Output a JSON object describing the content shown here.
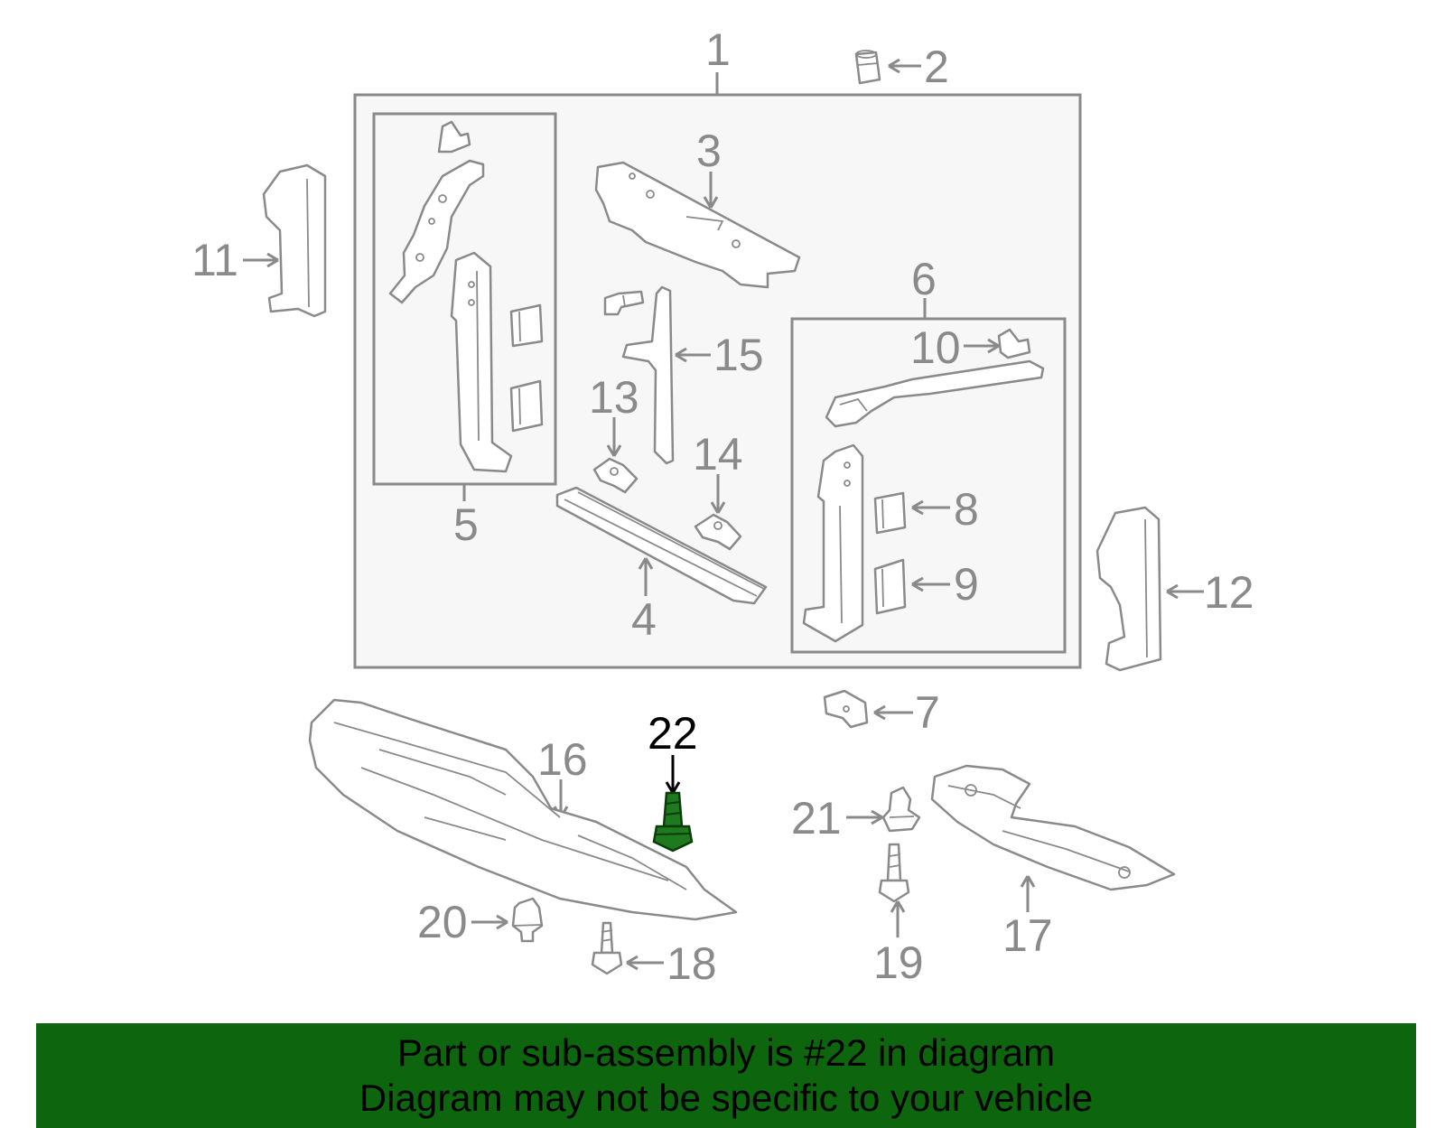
{
  "diagram": {
    "callouts": {
      "c1": "1",
      "c2": "2",
      "c3": "3",
      "c4": "4",
      "c5": "5",
      "c6": "6",
      "c7": "7",
      "c8": "8",
      "c9": "9",
      "c10": "10",
      "c11": "11",
      "c12": "12",
      "c13": "13",
      "c14": "14",
      "c15": "15",
      "c16": "16",
      "c17": "17",
      "c18": "18",
      "c19": "19",
      "c20": "20",
      "c21": "21",
      "c22": "22"
    },
    "highlighted_part": "22",
    "colors": {
      "line": "#8a8a8a",
      "highlight_part": "#1f7a1f",
      "highlight_label": "#000000",
      "assembly_fill": "#f7f7f7"
    }
  },
  "banner": {
    "line1": "Part or sub-assembly is #22 in diagram",
    "line2": "Diagram may not be specific to your vehicle",
    "background": "#0d650d"
  }
}
